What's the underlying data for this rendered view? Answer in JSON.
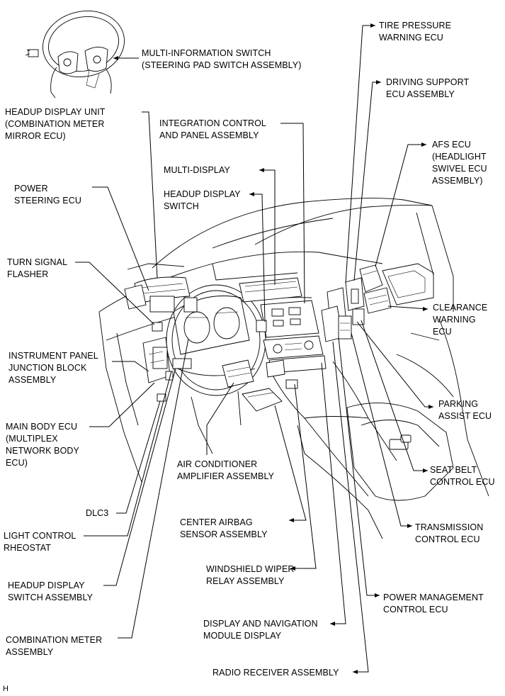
{
  "labels": {
    "multi_info_switch": "MULTI-INFORMATION SWITCH\n(STEERING PAD SWITCH ASSEMBLY)",
    "tire_pressure": "TIRE PRESSURE\nWARNING ECU",
    "headup_display_unit": "HEADUP DISPLAY UNIT\n(COMBINATION METER\nMIRROR ECU)",
    "integration_control": "INTEGRATION CONTROL\nAND PANEL ASSEMBLY",
    "driving_support": "DRIVING SUPPORT\nECU ASSEMBLY",
    "afs_ecu": "AFS ECU\n(HEADLIGHT\nSWIVEL ECU\nASSEMBLY)",
    "multi_display": "MULTI-DISPLAY",
    "power_steering": "POWER\nSTEERING ECU",
    "headup_display_switch": "HEADUP DISPLAY\nSWITCH",
    "turn_signal": "TURN SIGNAL\nFLASHER",
    "clearance_warning": "CLEARANCE\nWARNING\nECU",
    "instrument_panel_jb": "INSTRUMENT PANEL\nJUNCTION BLOCK\nASSEMBLY",
    "parking_assist": "PARKING\nASSIST ECU",
    "main_body_ecu": "MAIN BODY ECU\n(MULTIPLEX\nNETWORK BODY\nECU)",
    "air_conditioner": "AIR CONDITIONER\nAMPLIFIER ASSEMBLY",
    "seat_belt": "SEAT BELT\nCONTROL ECU",
    "dlc3": "DLC3",
    "center_airbag": "CENTER AIRBAG\nSENSOR ASSEMBLY",
    "transmission": "TRANSMISSION\nCONTROL ECU",
    "light_control": "LIGHT CONTROL\nRHEOSTAT",
    "windshield_wiper": "WINDSHIELD WIPER\nRELAY ASSEMBLY",
    "headup_display_switch_assy": "HEADUP DISPLAY\nSWITCH ASSEMBLY",
    "power_management": "POWER MANAGEMENT\nCONTROL ECU",
    "display_navigation": "DISPLAY AND NAVIGATION\nMODULE DISPLAY",
    "combination_meter": "COMBINATION METER\nASSEMBLY",
    "radio_receiver": "RADIO RECEIVER ASSEMBLY",
    "corner_code": "H"
  }
}
